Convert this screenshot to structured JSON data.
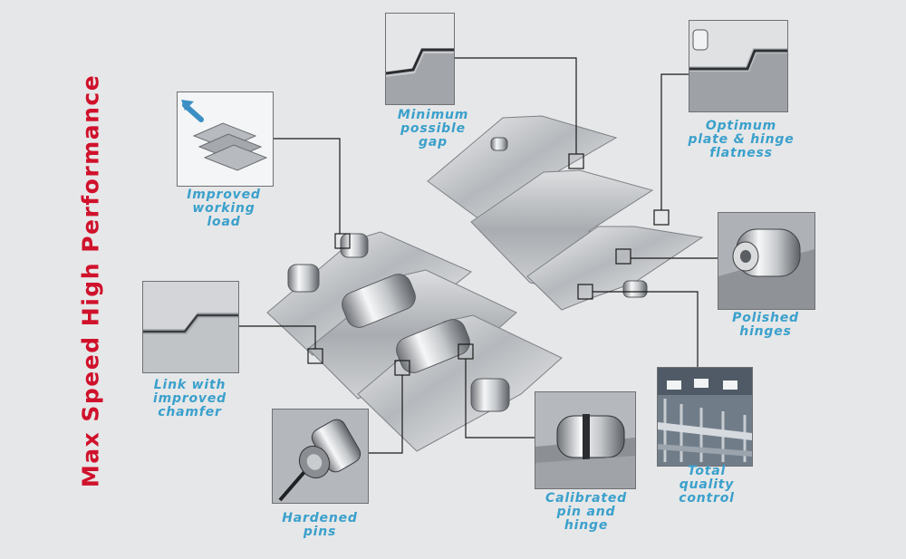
{
  "title": "Max Speed High Performance",
  "callouts": {
    "minimum_gap": "Minimum\npossible\ngap",
    "flatness": "Optimum\nplate & hinge\nflatness",
    "working_load": "Improved\nworking\nload",
    "polished_hinges": "Polished\nhinges",
    "chamfer": "Link with\nimproved\nchamfer",
    "quality_control": "Total\nquality\ncontrol",
    "hardened_pins": "Hardened\npins",
    "calibrated_pin": "Calibrated\npin and\nhinge"
  },
  "colors": {
    "title": "#d0112b",
    "callout_text": "#3aa0cc",
    "background": "#e6e7e8",
    "leader_line": "#1a1a1a",
    "arrow": "#3b8fc4"
  },
  "icons": [
    "arrow-icon"
  ]
}
